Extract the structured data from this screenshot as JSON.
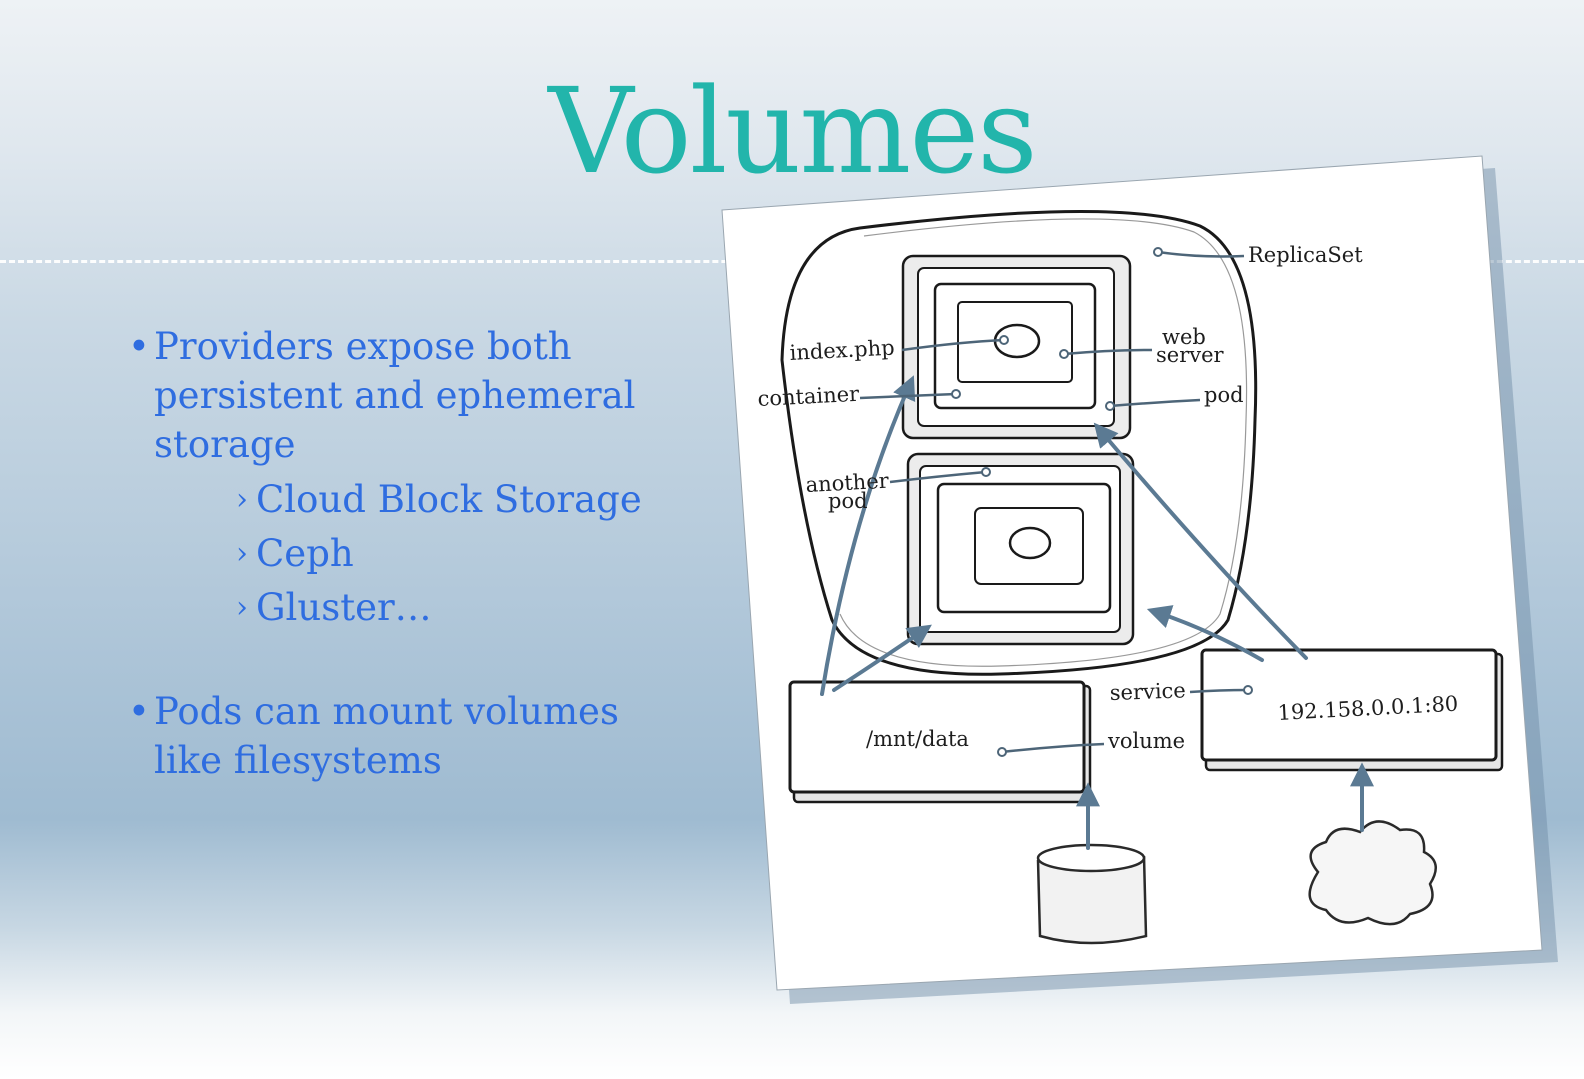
{
  "slide": {
    "title": "Volumes",
    "bullets": [
      {
        "text": "Providers expose both persistent and ephemeral storage",
        "sub": [
          "Cloud Block Storage",
          "Ceph",
          "Gluster…"
        ]
      },
      {
        "text": "Pods can mount volumes like filesystems",
        "sub": []
      }
    ]
  },
  "diagram": {
    "labels": {
      "replicaset": "ReplicaSet",
      "index_php": "index.php",
      "web": "web",
      "server": "server",
      "container": "container",
      "pod": "pod",
      "another": "another",
      "another_pod": "pod",
      "service": "service",
      "service_address": "192.158.0.0.1:80",
      "volume": "volume",
      "mount_path": "/mnt/data"
    }
  },
  "colors": {
    "title": "#22b5ab",
    "text": "#2f6de0",
    "arrow": "#5b7a93"
  }
}
